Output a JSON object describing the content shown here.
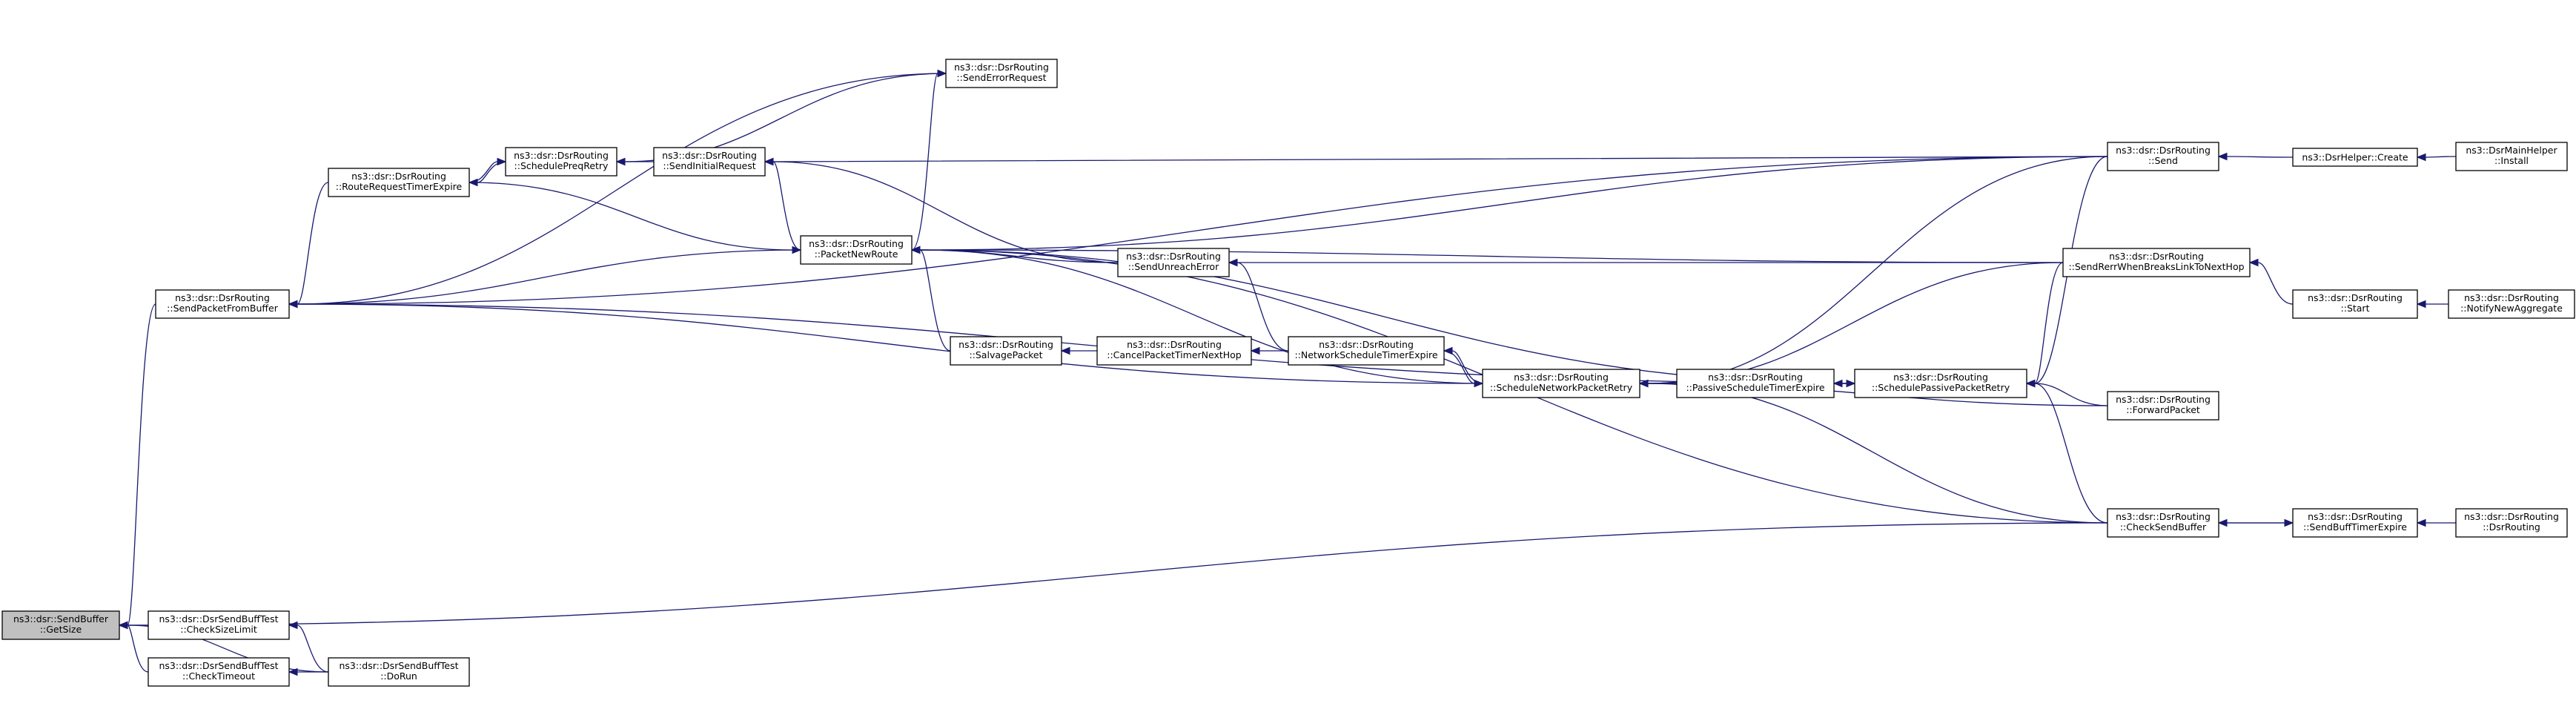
{
  "colors": {
    "edge": "#191970",
    "root_fill": "#c0c0c0",
    "node_fill": "#ffffff",
    "border": "#000000"
  },
  "nodes": [
    {
      "id": "getsize",
      "lines": [
        "ns3::dsr::SendBuffer",
        "::GetSize"
      ],
      "root": true
    },
    {
      "id": "sendpktfrombuf",
      "lines": [
        "ns3::dsr::DsrRouting",
        "::SendPacketFromBuffer"
      ]
    },
    {
      "id": "checksizelimit",
      "lines": [
        "ns3::dsr::DsrSendBuffTest",
        "::CheckSizeLimit"
      ]
    },
    {
      "id": "checktimeout",
      "lines": [
        "ns3::dsr::DsrSendBuffTest",
        "::CheckTimeout"
      ]
    },
    {
      "id": "dorun",
      "lines": [
        "ns3::dsr::DsrSendBuffTest",
        "::DoRun"
      ]
    },
    {
      "id": "routereqtimer",
      "lines": [
        "ns3::dsr::DsrRouting",
        "::RouteRequestTimerExpire"
      ]
    },
    {
      "id": "schedprreq",
      "lines": [
        "ns3::dsr::DsrRouting",
        "::SchedulePreqRetry"
      ]
    },
    {
      "id": "sendinitreq",
      "lines": [
        "ns3::dsr::DsrRouting",
        "::SendInitialRequest"
      ]
    },
    {
      "id": "senderrreq",
      "lines": [
        "ns3::dsr::DsrRouting",
        "::SendErrorRequest"
      ]
    },
    {
      "id": "pktnewroute",
      "lines": [
        "ns3::dsr::DsrRouting",
        "::PacketNewRoute"
      ]
    },
    {
      "id": "sendunreach",
      "lines": [
        "ns3::dsr::DsrRouting",
        "::SendUnreachError"
      ]
    },
    {
      "id": "salvage",
      "lines": [
        "ns3::dsr::DsrRouting",
        "::SalvagePacket"
      ]
    },
    {
      "id": "cancelnexthop",
      "lines": [
        "ns3::dsr::DsrRouting",
        "::CancelPacketTimerNextHop"
      ]
    },
    {
      "id": "netschedexpire",
      "lines": [
        "ns3::dsr::DsrRouting",
        "::NetworkScheduleTimerExpire"
      ]
    },
    {
      "id": "schednetretry",
      "lines": [
        "ns3::dsr::DsrRouting",
        "::ScheduleNetworkPacketRetry"
      ]
    },
    {
      "id": "passschedexpire",
      "lines": [
        "ns3::dsr::DsrRouting",
        "::PassiveScheduleTimerExpire"
      ]
    },
    {
      "id": "schedpassretry",
      "lines": [
        "ns3::dsr::DsrRouting",
        "::SchedulePassivePacketRetry"
      ]
    },
    {
      "id": "send",
      "lines": [
        "ns3::dsr::DsrRouting",
        "::Send"
      ]
    },
    {
      "id": "senderrbreaks",
      "lines": [
        "ns3::dsr::DsrRouting",
        "::SendRerrWhenBreaksLinkToNextHop"
      ]
    },
    {
      "id": "fwdpkt",
      "lines": [
        "ns3::dsr::DsrRouting",
        "::ForwardPacket"
      ]
    },
    {
      "id": "checksendbuf",
      "lines": [
        "ns3::dsr::DsrRouting",
        "::CheckSendBuffer"
      ]
    },
    {
      "id": "helpercreate",
      "lines": [
        "ns3::DsrHelper::Create"
      ]
    },
    {
      "id": "mainhelperinstall",
      "lines": [
        "ns3::DsrMainHelper",
        "::Install"
      ]
    },
    {
      "id": "start",
      "lines": [
        "ns3::dsr::DsrRouting",
        "::Start"
      ]
    },
    {
      "id": "notifynewagg",
      "lines": [
        "ns3::dsr::DsrRouting",
        "::NotifyNewAggregate"
      ]
    },
    {
      "id": "sendbufftimer",
      "lines": [
        "ns3::dsr::DsrRouting",
        "::SendBuffTimerExpire"
      ]
    },
    {
      "id": "dsrrouting",
      "lines": [
        "ns3::dsr::DsrRouting",
        "::DsrRouting"
      ]
    }
  ],
  "edges": [
    [
      "sendpktfrombuf",
      "getsize"
    ],
    [
      "checksizelimit",
      "getsize"
    ],
    [
      "checktimeout",
      "getsize"
    ],
    [
      "dorun",
      "getsize"
    ],
    [
      "checksendbuf",
      "getsize"
    ],
    [
      "dorun",
      "checksizelimit"
    ],
    [
      "dorun",
      "checktimeout"
    ],
    [
      "routereqtimer",
      "sendpktfrombuf"
    ],
    [
      "senderrreq",
      "sendpktfrombuf"
    ],
    [
      "pktnewroute",
      "sendpktfrombuf"
    ],
    [
      "send",
      "sendpktfrombuf"
    ],
    [
      "schednetretry",
      "sendpktfrombuf"
    ],
    [
      "schedpassretry",
      "sendpktfrombuf"
    ],
    [
      "schedprreq",
      "routereqtimer"
    ],
    [
      "routereqtimer",
      "schedprreq"
    ],
    [
      "sendinitreq",
      "schedprreq"
    ],
    [
      "senderrreq",
      "schedprreq"
    ],
    [
      "pktnewroute",
      "sendinitreq"
    ],
    [
      "sendunreach",
      "sendinitreq"
    ],
    [
      "send",
      "sendinitreq"
    ],
    [
      "pktnewroute",
      "senderrreq"
    ],
    [
      "routereqtimer",
      "pktnewroute"
    ],
    [
      "sendunreach",
      "pktnewroute"
    ],
    [
      "salvage",
      "pktnewroute"
    ],
    [
      "schednetretry",
      "pktnewroute"
    ],
    [
      "schedpassretry",
      "pktnewroute"
    ],
    [
      "checksendbuf",
      "pktnewroute"
    ],
    [
      "send",
      "pktnewroute"
    ],
    [
      "senderrbreaks",
      "pktnewroute"
    ],
    [
      "netschedexpire",
      "sendunreach"
    ],
    [
      "senderrbreaks",
      "sendunreach"
    ],
    [
      "cancelnexthop",
      "salvage"
    ],
    [
      "netschedexpire",
      "cancelnexthop"
    ],
    [
      "schednetretry",
      "netschedexpire"
    ],
    [
      "netschedexpire",
      "schednetretry"
    ],
    [
      "passschedexpire",
      "schednetretry"
    ],
    [
      "send",
      "schednetretry"
    ],
    [
      "senderrbreaks",
      "schednetretry"
    ],
    [
      "checksendbuf",
      "schednetretry"
    ],
    [
      "fwdpkt",
      "schednetretry"
    ],
    [
      "schedpassretry",
      "passschedexpire"
    ],
    [
      "passschedexpire",
      "schedpassretry"
    ],
    [
      "fwdpkt",
      "schedpassretry"
    ],
    [
      "send",
      "schedpassretry"
    ],
    [
      "senderrbreaks",
      "schedpassretry"
    ],
    [
      "checksendbuf",
      "schedpassretry"
    ],
    [
      "helpercreate",
      "send"
    ],
    [
      "mainhelperinstall",
      "helpercreate"
    ],
    [
      "start",
      "senderrbreaks"
    ],
    [
      "notifynewagg",
      "start"
    ],
    [
      "sendbufftimer",
      "checksendbuf"
    ],
    [
      "checksendbuf",
      "sendbufftimer"
    ],
    [
      "dsrrouting",
      "sendbufftimer"
    ]
  ]
}
